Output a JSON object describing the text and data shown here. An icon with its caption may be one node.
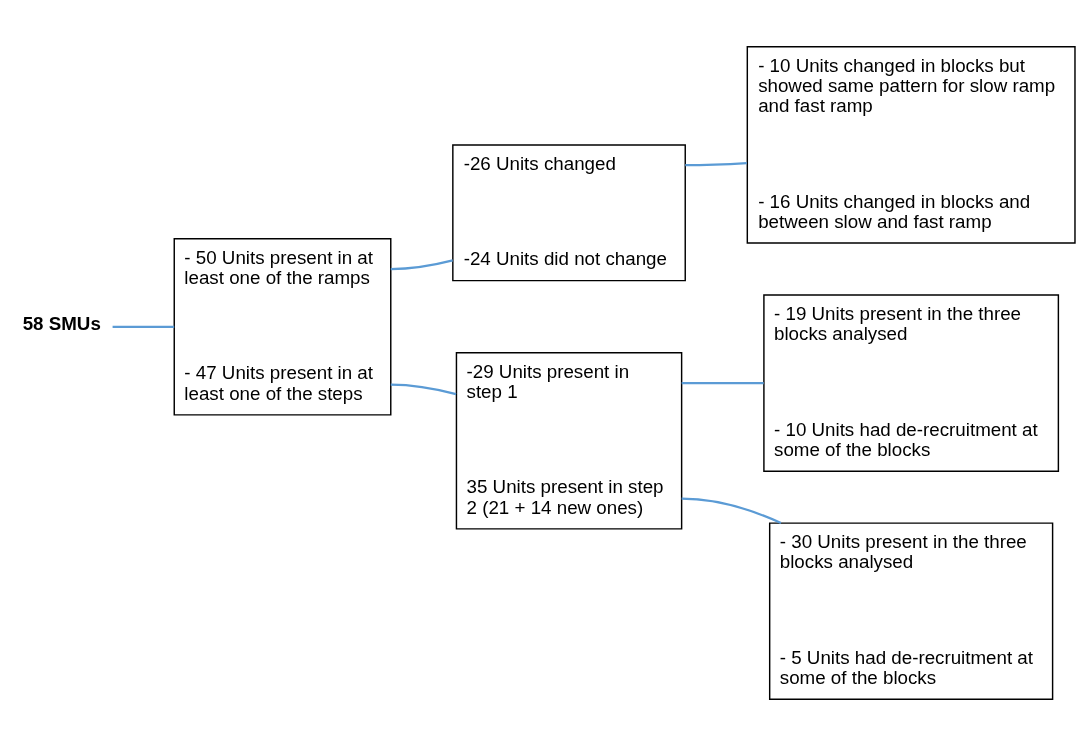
{
  "diagram": {
    "nodes": [
      {
        "text": [
          "58 SMUs"
        ]
      },
      {
        "text": [
          "- 50 Units present in at least one of the ramps",
          "- 47 Units present in at least one of the steps"
        ]
      },
      {
        "text": [
          "-26 Units changed",
          "-24 Units did not change"
        ]
      },
      {
        "text": [
          "- 10 Units changed in blocks but showed same pattern for slow ramp and fast ramp",
          "- 16 Units changed in blocks and between slow and fast ramp"
        ]
      },
      {
        "text": [
          "-29 Units present in step 1",
          "35 Units present in step 2 (21 + 14 new ones)"
        ]
      },
      {
        "text": [
          "- 19 Units present in the three blocks analysed",
          "- 10 Units had de-recruitment at some of the blocks"
        ]
      },
      {
        "text": [
          "- 30 Units present in the three blocks analysed",
          "- 5 Units had de-recruitment at some of the blocks"
        ]
      }
    ],
    "edges": [
      {
        "from": 0,
        "to": 1,
        "arrow": "none"
      },
      {
        "from": 1,
        "to": 2,
        "arrow": "none"
      },
      {
        "from": 1,
        "to": 4,
        "arrow": "none"
      },
      {
        "from": 2,
        "to": 3,
        "arrow": "none"
      },
      {
        "from": 4,
        "to": 5,
        "arrow": "none"
      },
      {
        "from": 4,
        "to": 6,
        "arrow": "none"
      }
    ]
  }
}
